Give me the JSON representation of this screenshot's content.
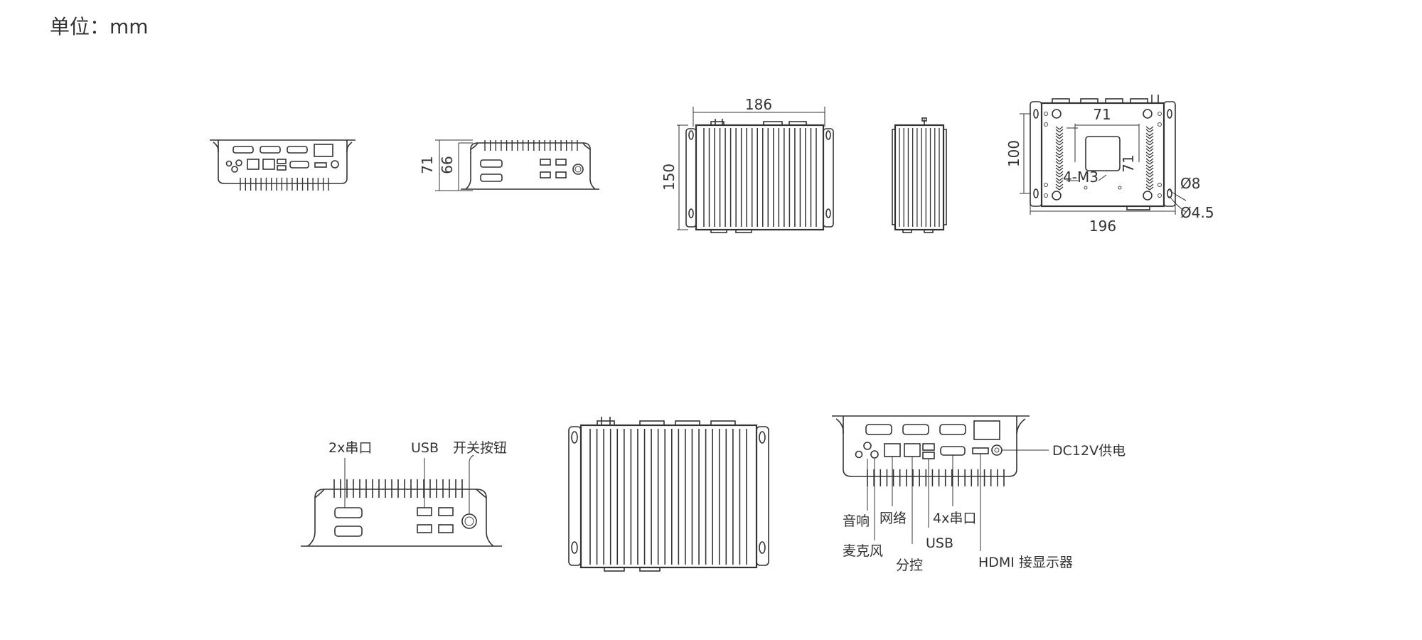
{
  "unit_label": "单位：mm",
  "dimensions": {
    "front_height_outer": "71",
    "front_height_inner": "66",
    "top_width": "186",
    "top_depth": "150",
    "mount_hole_spacing": "71",
    "mount_hole_spacing_v": "71",
    "bottom_depth": "100",
    "bottom_width": "196",
    "screw_holes": "4-M3",
    "hole_dia_large": "Ø8",
    "hole_dia_small": "Ø4.5"
  },
  "callouts": {
    "serial_2x": "2x串口",
    "usb_front": "USB",
    "power_button": "开关按钮",
    "dc_power": "DC12V供电",
    "audio": "音响",
    "mic": "麦克风",
    "network": "网络",
    "remote_control": "分控",
    "serial_4x": "4x串口",
    "usb_rear": "USB",
    "hdmi": "HDMI  接显示器"
  }
}
